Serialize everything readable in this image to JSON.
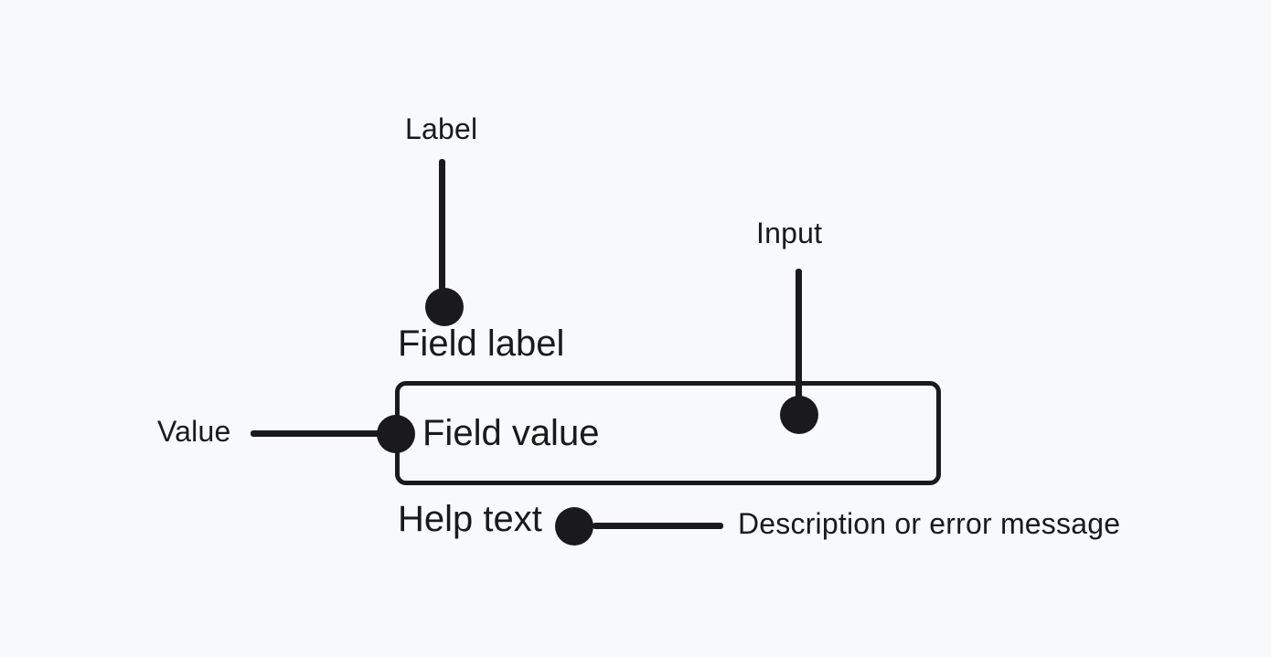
{
  "colors": {
    "background": "#f8f9fa",
    "ink": "#1a1a1c"
  },
  "annotations": {
    "label": "Label",
    "input": "Input",
    "value": "Value",
    "description": "Description or error message"
  },
  "field": {
    "label": "Field label",
    "value": "Field value",
    "help": "Help text"
  }
}
